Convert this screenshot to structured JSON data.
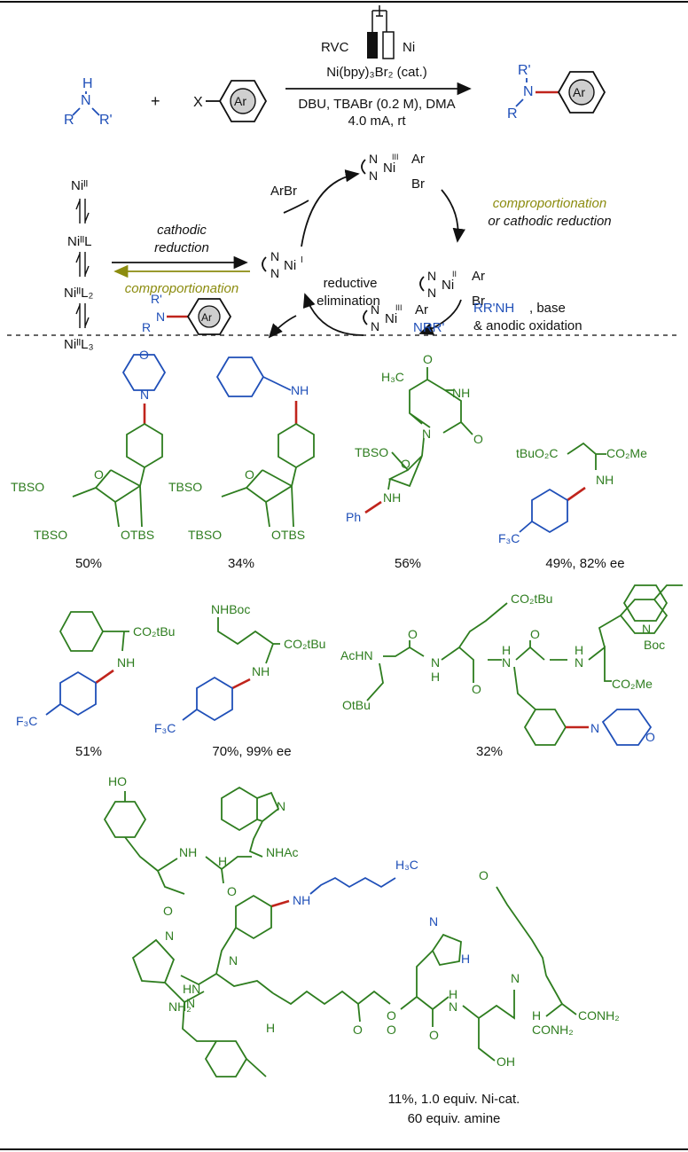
{
  "reaction": {
    "amine_r": "R",
    "amine_n": "N",
    "amine_h": "H",
    "amine_r2": "R'",
    "plus": "+",
    "halide_x": "X",
    "ring_ar": "Ar",
    "electrode_left": "RVC",
    "electrode_right": "Ni",
    "catalyst": "Ni(bpy)₃Br₂ (cat.)",
    "conditions_1": "DBU, TBABr (0.2 M), DMA",
    "conditions_2": "4.0 mA, rt",
    "product_r2": "R'",
    "product_n": "N",
    "product_r": "R",
    "product_ar": "Ar"
  },
  "speciation": {
    "items": [
      "Niᴵᴵ",
      "NiᴵᴵL",
      "NiᴵᴵL₂",
      "NiᴵᴵL₃"
    ]
  },
  "mechanism": {
    "cathodic": "cathodic",
    "reduction": "reduction",
    "comproportionation": "comproportionation",
    "arbr": "ArBr",
    "top_complex": [
      "N",
      "N",
      "III",
      "Ni",
      "Ar",
      "Br"
    ],
    "comp_label_1": "comproportionation",
    "comp_label_2": "or cathodic reduction",
    "ni1_complex": [
      "N",
      "N",
      "Ni",
      "I"
    ],
    "right_complex": [
      "N",
      "N",
      "II",
      "Ni",
      "Ar",
      "Br"
    ],
    "reductive": "reductive",
    "elimination": "elimination",
    "bottom_complex": [
      "N",
      "N",
      "III",
      "Ni",
      "Ar",
      "NRR'"
    ],
    "amine_base": "RR'NH",
    "base_suffix": ", base",
    "anodic": "& anodic oxidation",
    "product": [
      "R'",
      "N",
      "R",
      "Ar"
    ]
  },
  "colors": {
    "black": "#111111",
    "blue": "#1f4fb8",
    "green": "#2e7d1f",
    "olive": "#8c8c0f",
    "red": "#c0241c"
  },
  "products": {
    "p1": {
      "yield": "50%",
      "labels": [
        "N",
        "O",
        "O",
        "TBSO",
        "TBSO",
        "OTBS"
      ]
    },
    "p2": {
      "yield": "34%",
      "labels": [
        "NH",
        "O",
        "TBSO",
        "TBSO",
        "OTBS"
      ]
    },
    "p3": {
      "yield": "56%",
      "labels": [
        "O",
        "H₃C",
        "NH",
        "N",
        "O",
        "TBSO",
        "O",
        "NH",
        "Ph"
      ]
    },
    "p4": {
      "yield": "49%, 82% ee",
      "labels": [
        "tBuO₂C",
        "CO₂Me",
        "NH",
        "F₃C"
      ]
    },
    "p5": {
      "yield": "51%",
      "labels": [
        "CO₂tBu",
        "NH",
        "F₃C"
      ]
    },
    "p6": {
      "yield": "70%, 99% ee",
      "labels": [
        "NHBoc",
        "CO₂tBu",
        "NH",
        "F₃C"
      ]
    },
    "p7": {
      "yield": "32%",
      "labels": [
        "CO₂tBu",
        "AcHN",
        "N",
        "H",
        "O",
        "O",
        "N",
        "H",
        "O",
        "N",
        "H",
        "CO₂Me",
        "OtBu",
        "N",
        "O",
        "N",
        "Boc"
      ]
    },
    "p8": {
      "yield_1": "11%, 1.0 equiv. Ni-cat.",
      "yield_2": "60 equiv. amine",
      "labels": [
        "HO",
        "NH",
        "N",
        "H",
        "NHAc",
        "O",
        "O",
        "N",
        "H₃C",
        "NH",
        "HN",
        "N",
        "NH₂",
        "N",
        "H",
        "O",
        "O",
        "O",
        "N",
        "H",
        "O",
        "N",
        "H",
        "O",
        "N",
        "H",
        "CONH₂",
        "CONH₂",
        "OH"
      ]
    }
  }
}
